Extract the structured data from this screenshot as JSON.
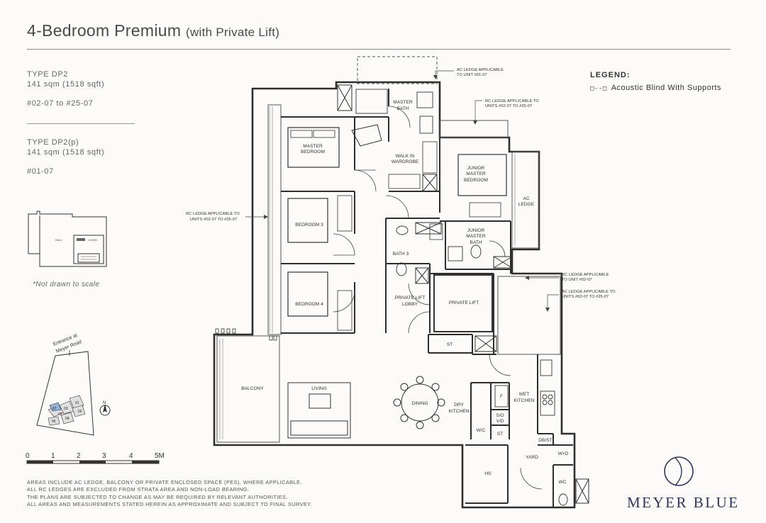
{
  "header": {
    "title": "4-Bedroom Premium",
    "subtitle": "(with Private Lift)"
  },
  "unit_info": {
    "type_a": "TYPE DP2",
    "area_a": "141 sqm (1518 sqft)",
    "units_a": "#02-07 to #25-07",
    "type_b": "TYPE DP2(p)",
    "area_b": "141 sqm (1518 sqft)",
    "units_b": "#01-07"
  },
  "legend": {
    "title": "LEGEND:",
    "symbol": "□--□",
    "item": "Acoustic Blind With Supports"
  },
  "note": "*Not drawn to scale",
  "site_plan": {
    "entrance_line1": "Entrance at",
    "entrance_line2": "Meyer Road",
    "compass": "N",
    "labels": [
      "01",
      "02",
      "03",
      "04",
      "05",
      "06",
      "07"
    ]
  },
  "scale_bar": {
    "ticks": [
      "0",
      "1",
      "2",
      "3",
      "4",
      "5M"
    ]
  },
  "rooms": {
    "master_bedroom_1": "MASTER",
    "master_bedroom_2": "BEDROOM",
    "master_bath_1": "MASTER",
    "master_bath_2": "BATH",
    "walkin_1": "WALK IN",
    "walkin_2": "WARDROBE",
    "junior_master_bedroom_1": "JUNIOR",
    "junior_master_bedroom_2": "MASTER",
    "junior_master_bedroom_3": "BEDROOM",
    "ac_ledge_1": "AC",
    "ac_ledge_2": "LEDGE",
    "bedroom3": "BEDROOM 3",
    "bath3": "BATH 3",
    "junior_master_bath_1": "JUNIOR",
    "junior_master_bath_2": "MASTER",
    "junior_master_bath_3": "BATH",
    "bedroom4": "BEDROOM 4",
    "private_lift_lobby_1": "PRIVATE LIFT",
    "private_lift_lobby_2": "LOBBY",
    "private_lift": "PRIVATE LIFT",
    "st1": "ST",
    "balcony": "BALCONY",
    "living": "LIVING",
    "dining": "DINING",
    "dry_kitchen_1": "DRY",
    "dry_kitchen_2": "KITCHEN",
    "wet_kitchen_1": "WET",
    "wet_kitchen_2": "KITCHEN",
    "fridge": "F",
    "so_vd_1": "S/O",
    "so_vd_2": "V/D",
    "st2": "ST",
    "wc1": "W/C",
    "db_st": "DB/ST",
    "wd": "W+D",
    "yard": "YARD",
    "hs": "HS",
    "wc2": "WC"
  },
  "annotations": {
    "ac_ledge_unit_1": "AC LEDGE APPLICABLE",
    "ac_ledge_unit_2": "TO UNIT #01-07",
    "rc_top_1": "RC LEDGE APPLICABLE TO",
    "rc_top_2": "UNITS #02-07 TO #25-07",
    "rc_left_1": "RC LEDGE APPLICABLE TO",
    "rc_left_2": "UNITS #02-07 TO #25-07",
    "rc_right1_1": "RC LEDGE APPLICABLE",
    "rc_right1_2": "TO UNIT #02-07",
    "rc_right2_1": "AC LEDGE APPLICABLE TO",
    "rc_right2_2": "UNITS #02-07 TO #25-07"
  },
  "footnotes": [
    "AREAS INCLUDE AC LEDGE, BALCONY OR PRIVATE ENCLOSED SPACE (PES), WHERE APPLICABLE.",
    "ALL RC LEDGES ARE EXCLUDED FROM STRATA AREA AND NON-LOAD BEARING.",
    "THE PLANS ARE SUBJECTED TO CHANGE AS MAY BE REQUIRED BY RELEVANT AUTHORITIES.",
    "ALL AREAS AND MEASUREMENTS STATED HEREIN AS APPROXIMATE AND SUBJECT TO FINAL SURVEY."
  ],
  "brand": {
    "name": "MEYER BLUE",
    "color": "#2b3568",
    "site_highlight": "#8fb4e0"
  }
}
